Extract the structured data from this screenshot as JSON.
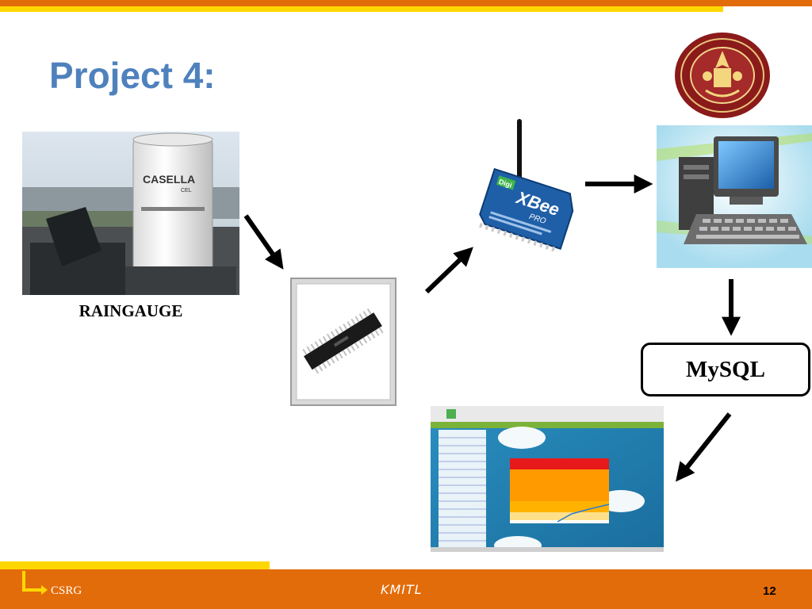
{
  "slide": {
    "title": "Project 4:",
    "raingauge_label": "RAINGAUGE",
    "mysql_label": "MySQL",
    "casella_text": "CASELLA",
    "casella_sub": "CEL",
    "xbee_brand": "XBee",
    "xbee_pro": "PRO",
    "xbee_digi": "Digi"
  },
  "footer": {
    "left": "CSRG",
    "center": "KMITL",
    "page_number": "12"
  },
  "colors": {
    "accent_orange": "#e36c0a",
    "accent_yellow": "#ffd700",
    "title_blue": "#4f81bd"
  }
}
